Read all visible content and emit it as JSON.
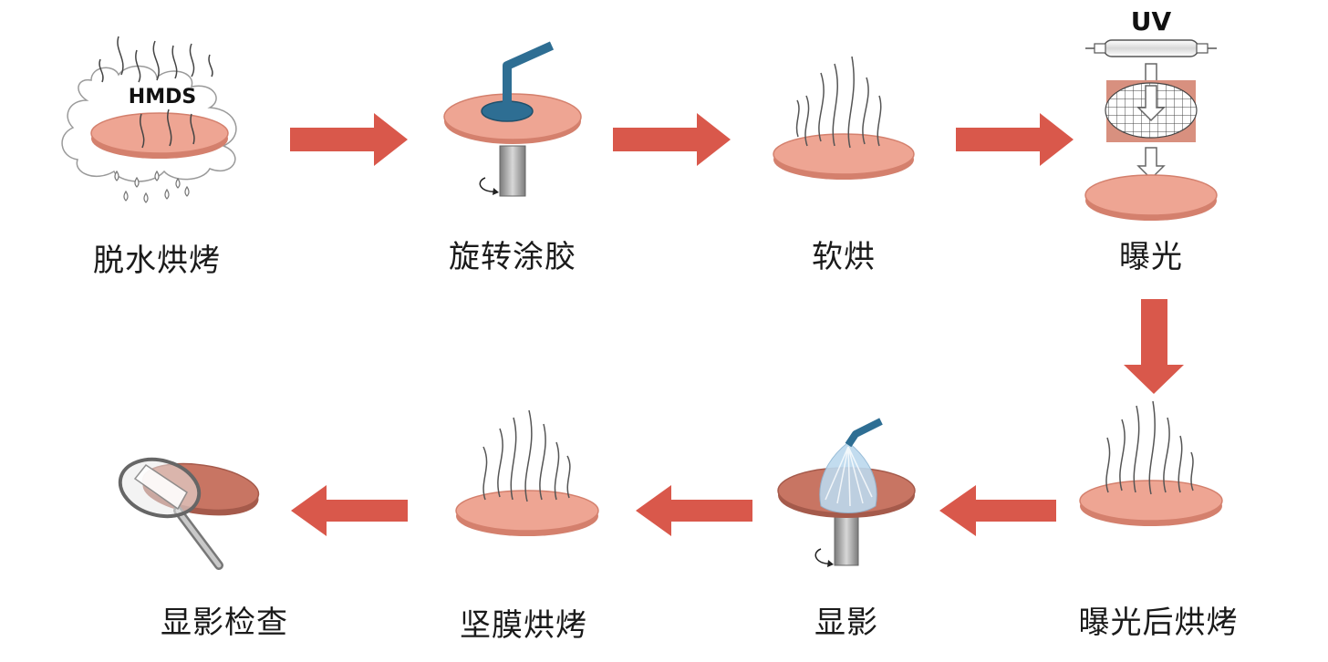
{
  "colors": {
    "wafer_fill": "#eea593",
    "wafer_edge": "#d4806d",
    "arrow": "#d9584b",
    "resist_blue": "#2e6e93",
    "steam": "#555555",
    "developer_spray": "#bcd9ee"
  },
  "steps": [
    {
      "label": "脱水烘烤",
      "icon": "hmds-wafer-icon",
      "badge": "HMDS"
    },
    {
      "label": "旋转涂胶",
      "icon": "spin-coat-icon"
    },
    {
      "label": "软烘",
      "icon": "soft-bake-icon"
    },
    {
      "label": "曝光",
      "icon": "uv-exposure-icon",
      "badge": "UV"
    },
    {
      "label": "曝光后烘烤",
      "icon": "post-exposure-bake-icon"
    },
    {
      "label": "显影",
      "icon": "develop-icon"
    },
    {
      "label": "坚膜烘烤",
      "icon": "hard-bake-icon"
    },
    {
      "label": "显影检查",
      "icon": "inspection-icon"
    }
  ],
  "flow": [
    "right",
    "right",
    "right",
    "down",
    "left",
    "left",
    "left"
  ]
}
